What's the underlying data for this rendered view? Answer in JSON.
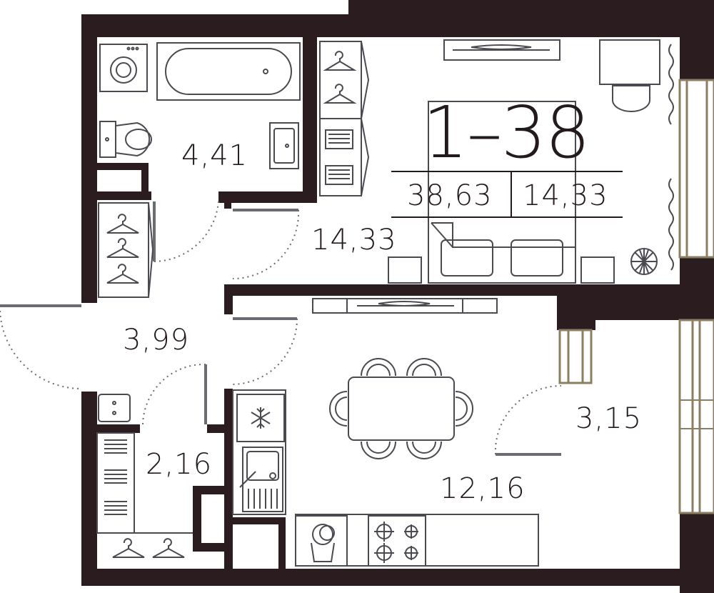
{
  "apartment": {
    "number": "1–38",
    "total_area": "38,63",
    "living_area": "14,33"
  },
  "rooms": {
    "bathroom": "4,41",
    "bedroom": "14,33",
    "hall": "3,99",
    "storage": "2,16",
    "kitchen": "12,16",
    "balcony": "3,15"
  },
  "colors": {
    "wall": "#2b1c20",
    "line": "#4a4a50",
    "window": "#8a7f63",
    "text": "#231a1c",
    "door_leaf": "#6b6b72"
  }
}
